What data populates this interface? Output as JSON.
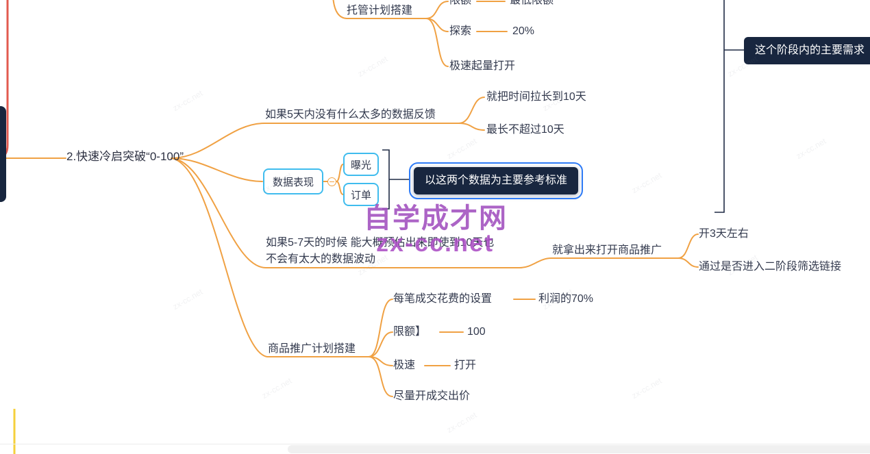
{
  "root": {
    "label": "2.快速冷启突破“0-100”"
  },
  "top_branch": {
    "label": "托管计划搭建",
    "children": [
      {
        "label": "限额",
        "value": "最低限额"
      },
      {
        "label": "探索",
        "value": "20%"
      },
      {
        "label": "极速起量打开",
        "value": ""
      }
    ]
  },
  "feedback_branch": {
    "label": "如果5天内没有什么太多的数据反馈",
    "children": [
      "就把时间拉长到10天",
      "最长不超过10天"
    ]
  },
  "data_branch": {
    "label": "数据表现",
    "exposure": "曝光",
    "orders": "订单",
    "summary": "以这两个数据为主要参考标准"
  },
  "estimate_branch": {
    "line1": "如果5-7天的时候  能大概预估出来即使到10天也",
    "line2": "不会有太大的数据波动",
    "action": "就拿出来打开商品推广",
    "children": [
      "开3天左右",
      "通过是否进入二阶段筛选链接"
    ]
  },
  "promo_branch": {
    "label": "商品推广计划搭建",
    "children": [
      {
        "label": "每笔成交花费的设置",
        "value": "利润的70%"
      },
      {
        "label": "限额】",
        "value": "100"
      },
      {
        "label": "极速",
        "value": "打开"
      },
      {
        "label": "尽量开成交出价",
        "value": ""
      }
    ]
  },
  "stage_note": "这个阶段内的主要需求",
  "watermark": {
    "name": "自学成才网",
    "site": "zx-cc.net"
  },
  "colors": {
    "branch": "#f0a143",
    "bracket": "#1e2a44",
    "red_branch": "#e25a4f",
    "yellow_branch": "#f5d03c",
    "cyan_border": "#3fbcee",
    "dark_box": "#18263f",
    "selection": "#2e7bf6",
    "watermark_purple": "#a14fbf"
  }
}
